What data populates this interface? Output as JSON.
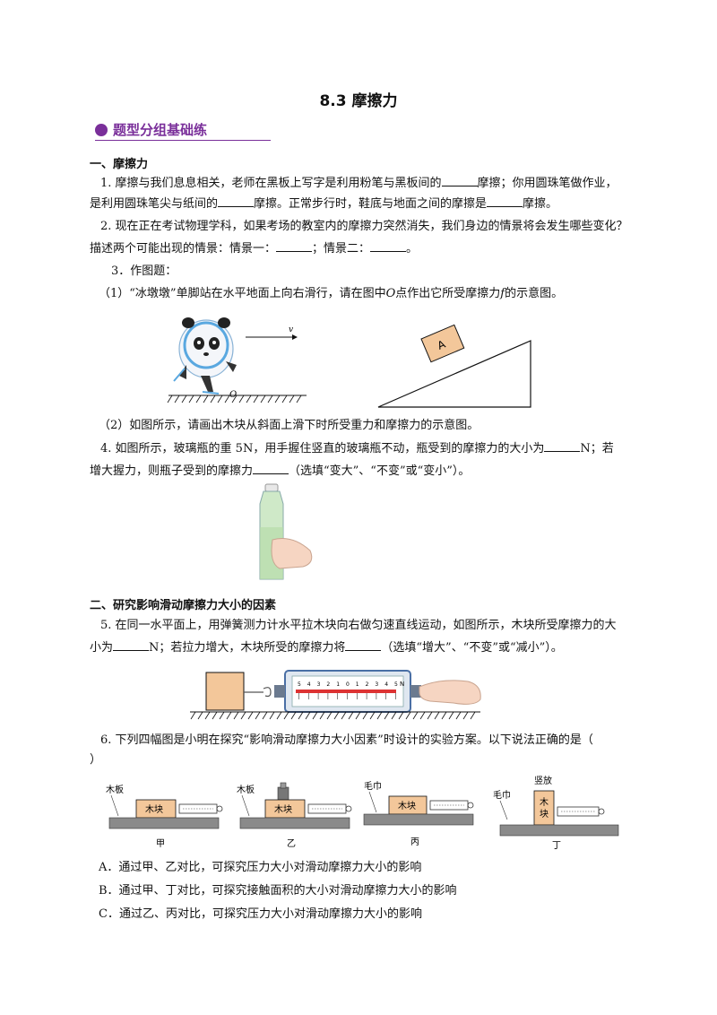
{
  "title": "8.3  摩擦力",
  "banner": "题型分组基础练",
  "section1": "一、摩擦力",
  "q1": {
    "l1a": "1. 摩擦与我们息息相关，老师在黑板上写字是利用粉笔与黑板间的",
    "l1b": "摩擦；你用圆珠笔做作业，",
    "l2a": "是利用圆珠笔尖与纸间的",
    "l2b": "摩擦。正常步行时，鞋底与地面之间的摩擦是",
    "l2c": "摩擦。"
  },
  "q2": {
    "l1": "2. 现在正在考试物理学科，如果考场的教室内的摩擦力突然消失，我们身边的情景将会发生哪些变化？",
    "l2a": "描述两个可能出现的情景：情景一：",
    "l2b": "；情景二：",
    "l2c": "。"
  },
  "q3": {
    "head": "3．作图题：",
    "p1": "（1）“冰墩墩”单脚站在水平地面上向右滑行，请在图中",
    "p1_o": "O",
    "p1b": "点作出它所受摩擦力",
    "p1_f": "f",
    "p1c": "的示意图。",
    "fig_v": "v",
    "fig_o": "O",
    "fig_a": "A",
    "p2": "（2）如图所示，请画出木块从斜面上滑下时所受重力和摩擦力的示意图。"
  },
  "q4": {
    "l1a": "4. 如图所示，玻璃瓶的重 5N，用手握住竖直的玻璃瓶不动，瓶受到的摩擦力的大小为",
    "l1b": "N；若",
    "l2a": "增大握力，则瓶子受到的摩擦力",
    "l2b": "（选填“变大”、“不变”或“变小”）。"
  },
  "section2": "二、研究影响滑动摩擦力大小的因素",
  "q5": {
    "l1": "5. 在同一水平面上，用弹簧测力计水平拉木块向右做匀速直线运动，如图所示，木块所受摩擦力的大",
    "l2a": "小为",
    "l2b": "N；若拉力增大，木块所受的摩擦力将",
    "l2c": "（选填“增大”、“不变”或“减小”）。",
    "scale_digits": [
      "5",
      "4",
      "3",
      "2",
      "1",
      "0",
      "1",
      "2",
      "3",
      "4",
      "5"
    ],
    "scale_unit": "N"
  },
  "q6": {
    "l1": "6. 下列四幅图是小明在探究“影响滑动摩擦力大小因素”时设计的实验方案。以下说法正确的是（",
    "l2": "）",
    "figs": [
      {
        "surface": "木板",
        "block": "木块",
        "label": "甲"
      },
      {
        "surface": "木板",
        "block": "木块",
        "label": "乙"
      },
      {
        "surface": "毛巾",
        "block": "木块",
        "label": "丙"
      },
      {
        "surface": "毛巾",
        "block": "木\n块",
        "label": "丁",
        "note": "竖放"
      }
    ],
    "options": [
      "A．通过甲、乙对比，可探究压力大小对滑动摩擦力大小的影响",
      "B．通过甲、丁对比，可探究接触面积的大小对滑动摩擦力大小的影响",
      "C．通过乙、丙对比，可探究压力大小对滑动摩擦力大小的影响"
    ]
  },
  "colors": {
    "accent": "#7a2f9a",
    "block_fill": "#f3c79a",
    "bottle_fill": "#cfe9c8"
  }
}
